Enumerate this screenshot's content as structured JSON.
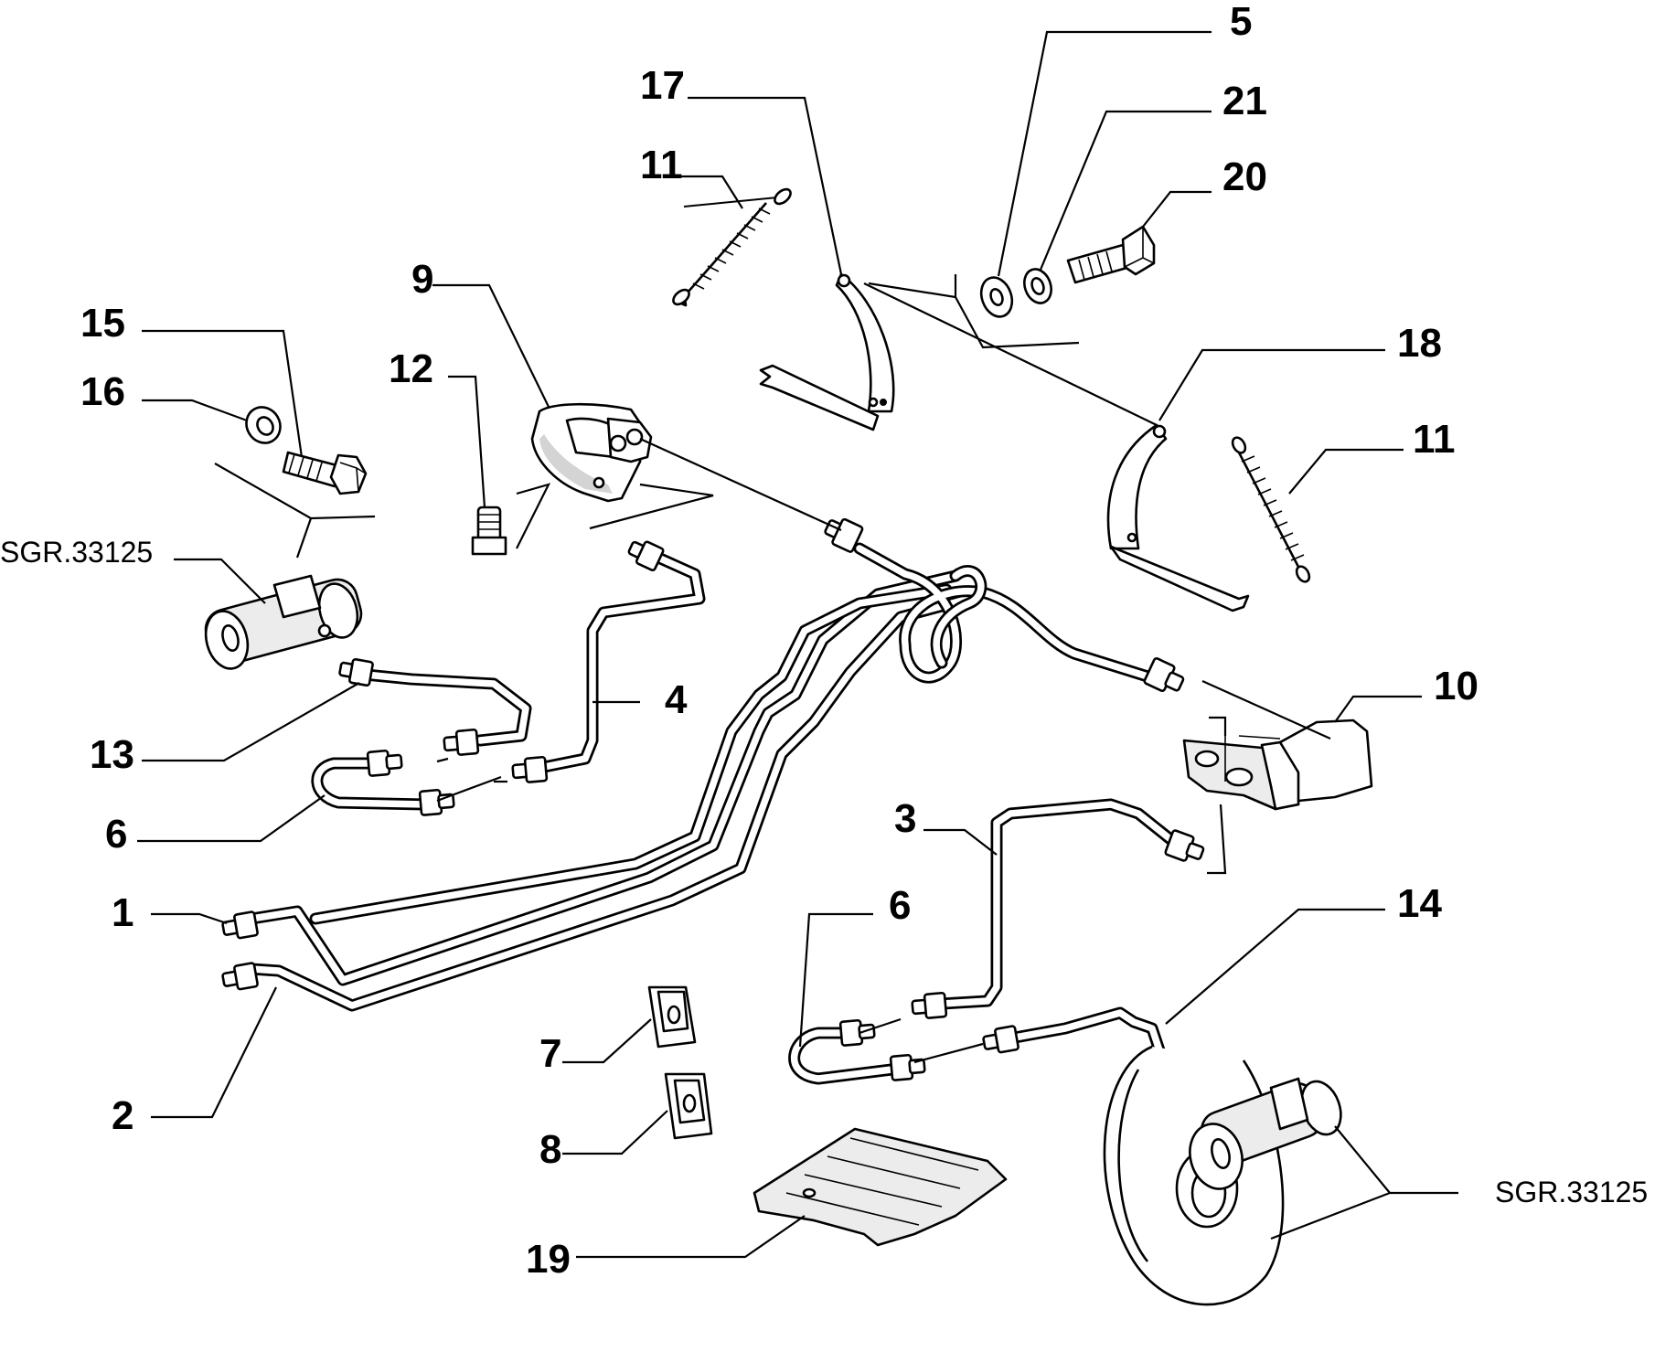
{
  "diagram": {
    "callouts": [
      {
        "id": "c1",
        "text": "1"
      },
      {
        "id": "c2",
        "text": "2"
      },
      {
        "id": "c3",
        "text": "3"
      },
      {
        "id": "c4",
        "text": "4"
      },
      {
        "id": "c5",
        "text": "5"
      },
      {
        "id": "c6a",
        "text": "6"
      },
      {
        "id": "c6b",
        "text": "6"
      },
      {
        "id": "c7",
        "text": "7"
      },
      {
        "id": "c8",
        "text": "8"
      },
      {
        "id": "c9",
        "text": "9"
      },
      {
        "id": "c10",
        "text": "10"
      },
      {
        "id": "c11a",
        "text": "11"
      },
      {
        "id": "c11b",
        "text": "11"
      },
      {
        "id": "c12",
        "text": "12"
      },
      {
        "id": "c13",
        "text": "13"
      },
      {
        "id": "c14",
        "text": "14"
      },
      {
        "id": "c15",
        "text": "15"
      },
      {
        "id": "c16",
        "text": "16"
      },
      {
        "id": "c17",
        "text": "17"
      },
      {
        "id": "c18",
        "text": "18"
      },
      {
        "id": "c19",
        "text": "19"
      },
      {
        "id": "c20",
        "text": "20"
      },
      {
        "id": "c21",
        "text": "21"
      }
    ],
    "references": [
      {
        "id": "r1",
        "text": "SGR.33125"
      },
      {
        "id": "r2",
        "text": "SGR.33125"
      }
    ]
  }
}
